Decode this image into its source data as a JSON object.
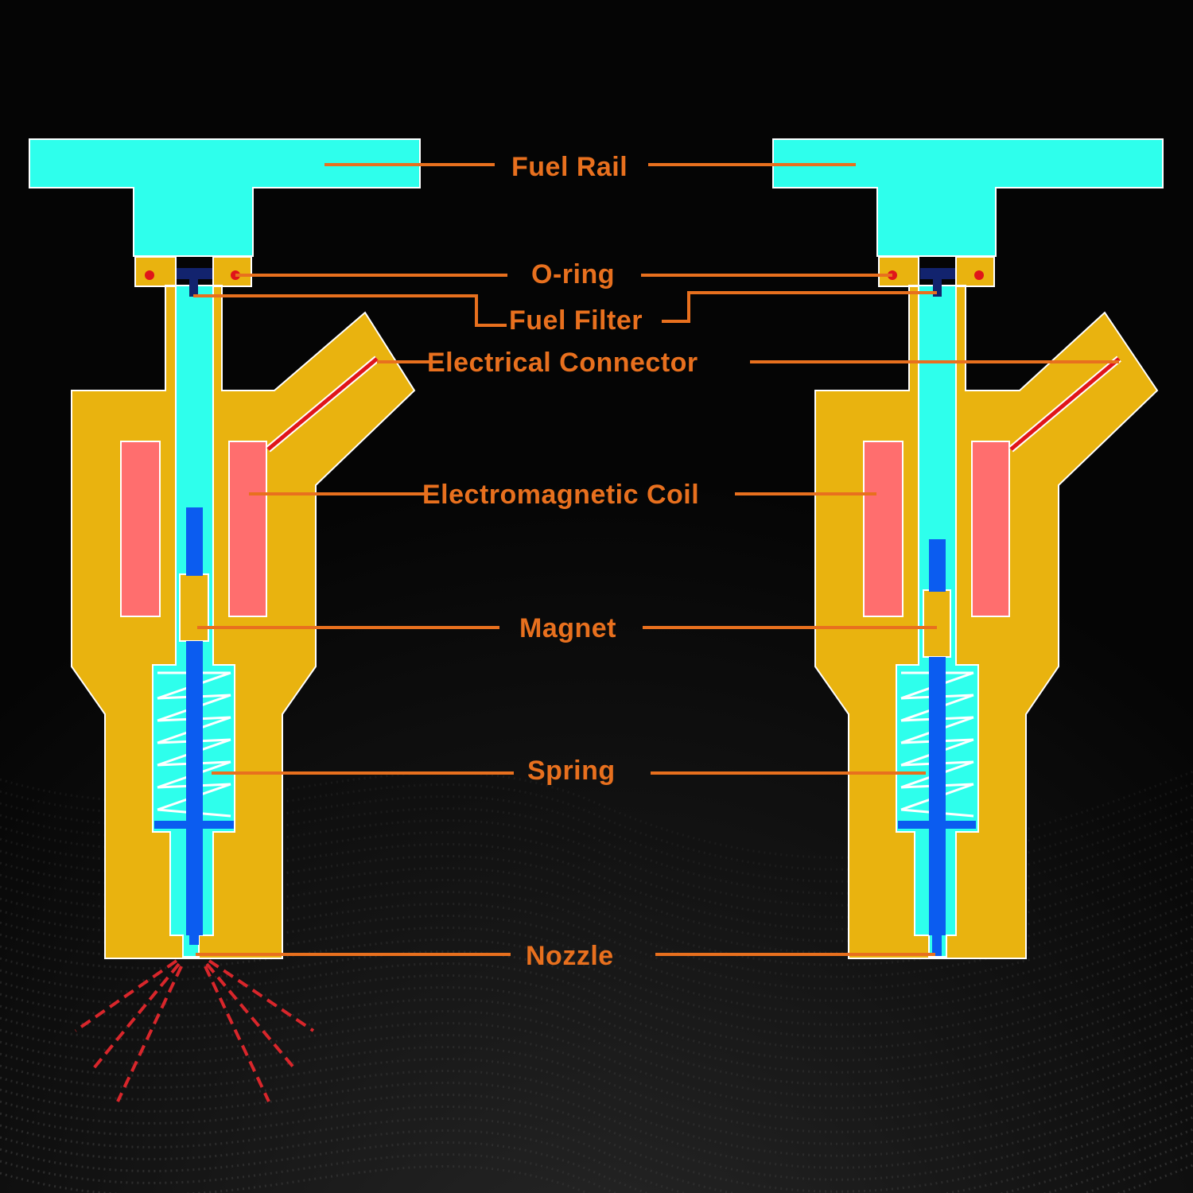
{
  "labels": {
    "fuel_rail": "Fuel Rail",
    "o_ring": "O-ring",
    "fuel_filter": "Fuel Filter",
    "electrical_connector": "Electrical Connector",
    "electromagnetic_coil": "Electromagnetic Coil",
    "magnet": "Magnet",
    "spring": "Spring",
    "nozzle": "Nozzle"
  },
  "colors": {
    "background": "#050505",
    "fuel": "#2effec",
    "body": "#e9b30f",
    "coil": "#ff6e6e",
    "needle": "#0b5cf0",
    "filter": "#12236e",
    "wire": "#e0151a",
    "spray": "#d9262b",
    "leader": "#e8701e",
    "label": "#e8701e"
  },
  "injectors": [
    {
      "name": "left-injector",
      "state": "open",
      "spray": true
    },
    {
      "name": "right-injector",
      "state": "closed",
      "spray": false
    }
  ]
}
